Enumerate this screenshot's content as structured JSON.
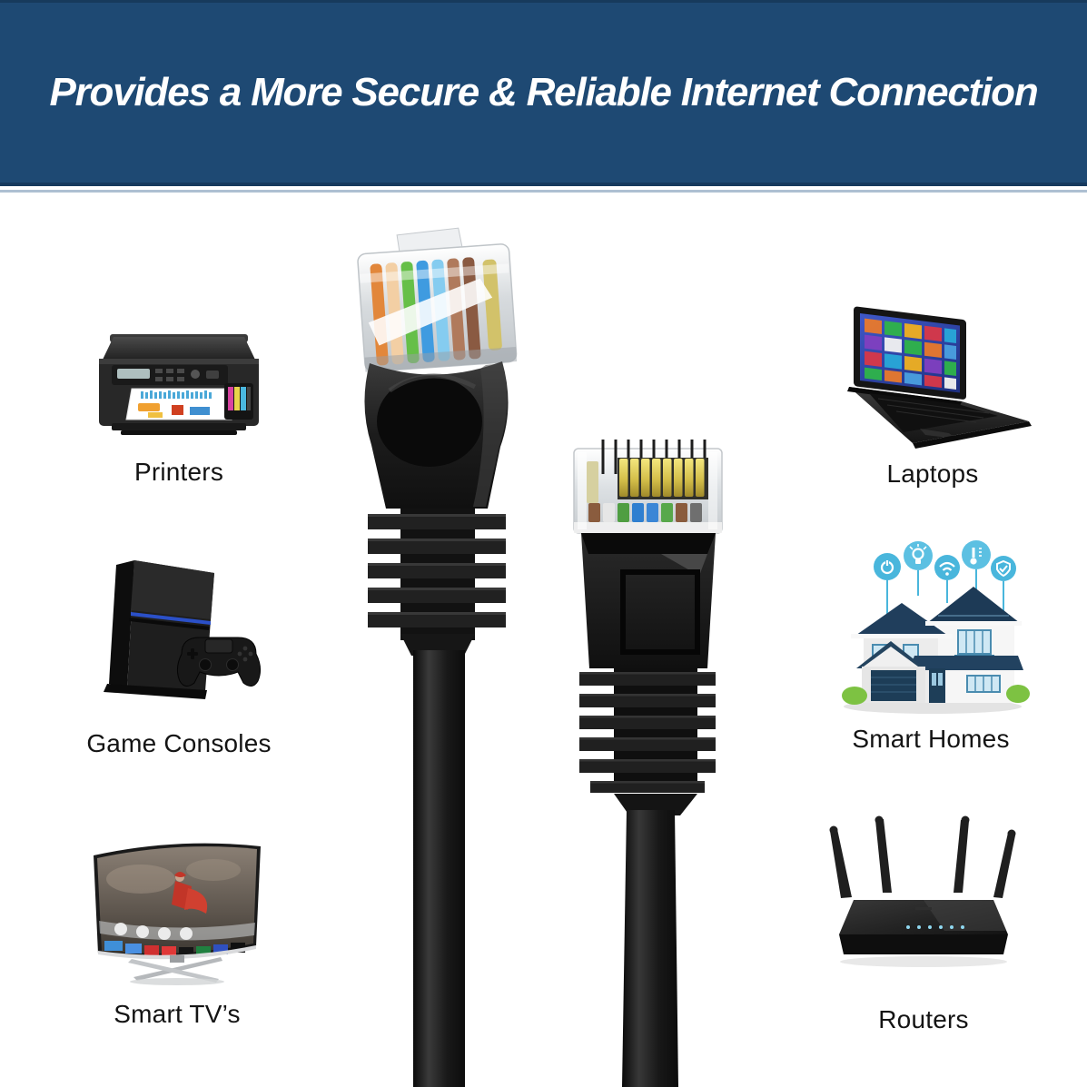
{
  "header": {
    "title": "Provides a More Secure & Reliable Internet Connection"
  },
  "colors": {
    "banner_bg": "#1e4973",
    "banner_border_dark": "#16395d",
    "banner_border_light": "#aec0d2",
    "label_text": "#141414",
    "smart_icon_blue": "#49b6dc",
    "roof_navy": "#1d3a56",
    "bush_green": "#7dc242"
  },
  "left_column": [
    {
      "label": "Printers",
      "image": "printer-photo"
    },
    {
      "label": "Game Consoles",
      "image": "game-console-photo"
    },
    {
      "label": "Smart TV’s",
      "image": "smart-tv-photo"
    }
  ],
  "right_column": [
    {
      "label": "Laptops",
      "image": "laptop-photo"
    },
    {
      "label": "Smart Homes",
      "image": "smart-home-illustration"
    },
    {
      "label": "Routers",
      "image": "router-photo"
    }
  ],
  "center": {
    "left_cable": "rj45-connector-side-view",
    "right_cable": "rj45-connector-front-view"
  }
}
